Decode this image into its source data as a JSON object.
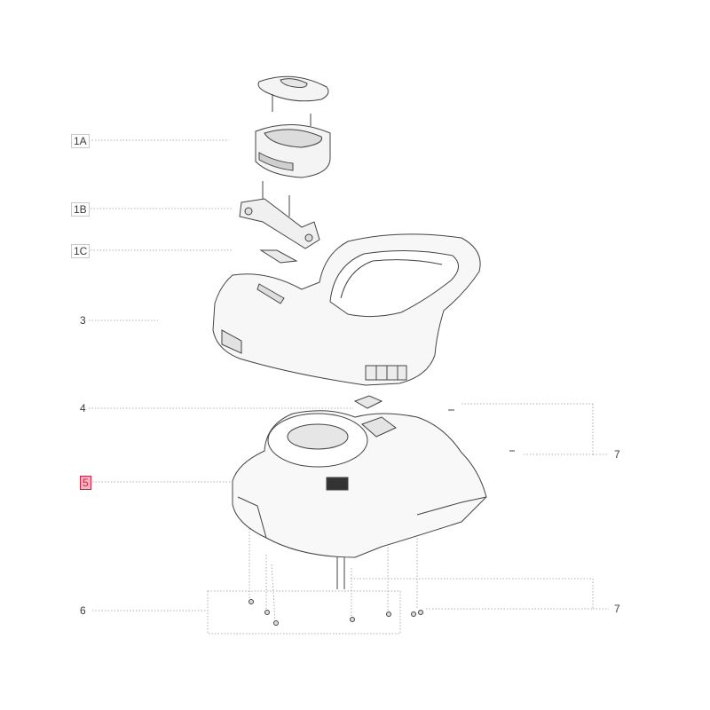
{
  "callouts": {
    "c1A": "1A",
    "c1B": "1B",
    "c1C": "1C",
    "c3": "3",
    "c4": "4",
    "c5": "5",
    "c6": "6",
    "c7_top": "7",
    "c7_bottom": "7"
  },
  "highlight_color": "#d2203f",
  "line_color": "#9a9a9a",
  "part_stroke_color": "#444444"
}
